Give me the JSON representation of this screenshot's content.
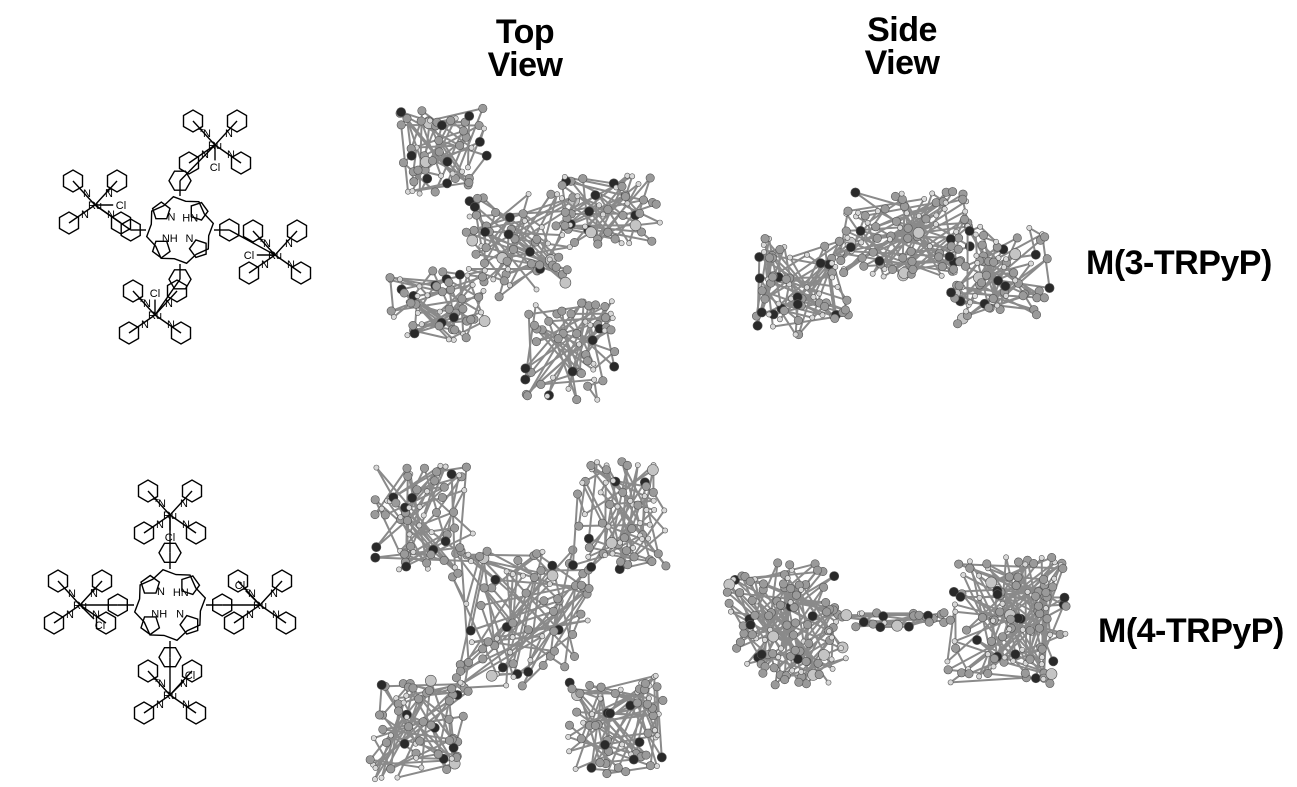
{
  "headers": {
    "top_view": [
      "Top",
      "View"
    ],
    "side_view": [
      "Side",
      "View"
    ]
  },
  "rows": [
    {
      "label": "M(3-TRPyP)"
    },
    {
      "label": "M(4-TRPyP)"
    }
  ],
  "atom_labels": {
    "ruthenium": "Ru",
    "nitrogen": "N",
    "chlorine": "Cl",
    "porphyrin_nh": "NH",
    "porphyrin_hn": "HN",
    "charge": "+"
  },
  "colors": {
    "line": "#000000",
    "carbon": "#9a9a9a",
    "hetero": "#2a2a2a",
    "hydrogen": "#d8d8d8",
    "chlorine": "#c4c4c4"
  }
}
